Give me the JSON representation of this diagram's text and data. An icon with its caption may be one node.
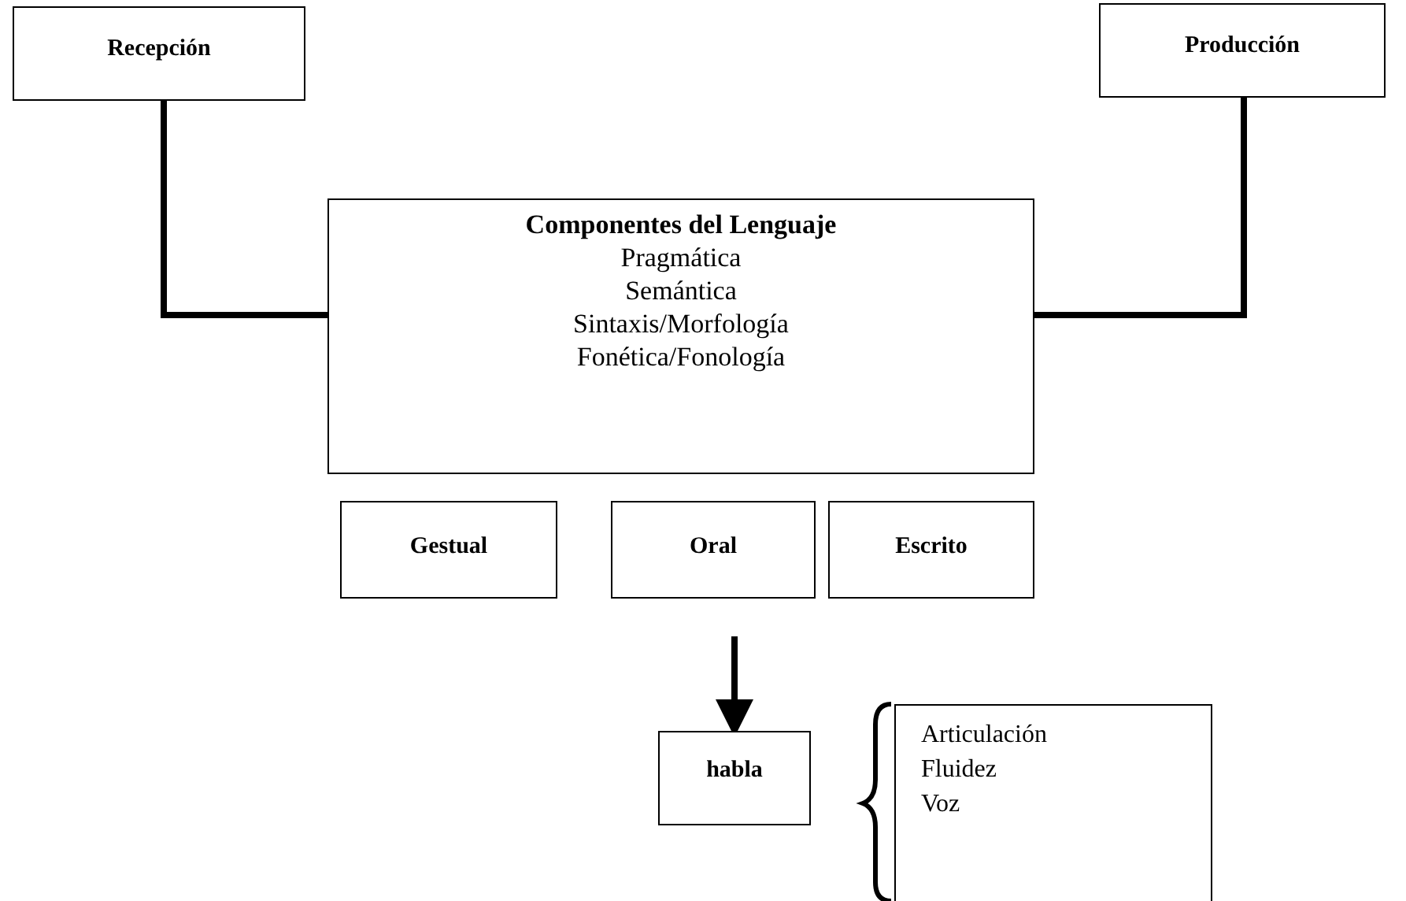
{
  "diagram": {
    "nodes": [
      {
        "text": [
          "Recepción"
        ]
      },
      {
        "text": [
          "Producción"
        ]
      },
      {
        "text": [
          "Componentes del Lenguaje",
          "Pragmática",
          "Semántica",
          "Sintaxis/Morfología",
          "Fonética/Fonología"
        ]
      },
      {
        "text": [
          "Gestual"
        ]
      },
      {
        "text": [
          "Oral"
        ]
      },
      {
        "text": [
          "Escrito"
        ]
      },
      {
        "text": [
          "habla"
        ]
      },
      {
        "text": [
          "Articulación",
          "Fluidez",
          "Voz"
        ]
      }
    ],
    "edges": [
      {
        "from": 0,
        "to": 2,
        "arrow": "none"
      },
      {
        "from": 1,
        "to": 2,
        "arrow": "none"
      },
      {
        "from": null,
        "to": 6,
        "arrow": "to"
      }
    ]
  }
}
